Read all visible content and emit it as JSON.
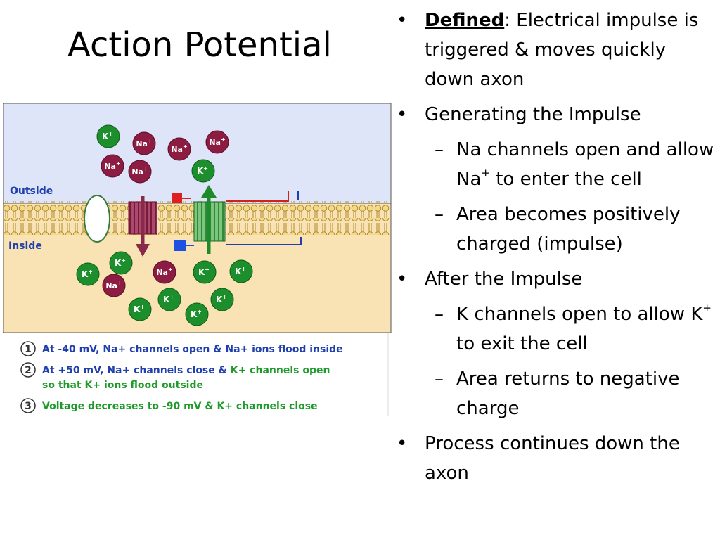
{
  "slide": {
    "title": "Action Potential",
    "bullets": {
      "b1_term": "Defined",
      "b1_rest": ": Electrical impulse is triggered & moves quickly down axon",
      "b2": "Generating the Impulse",
      "b2_sub1_pre": "Na channels open and allow Na",
      "b2_sub1_sup": "+",
      "b2_sub1_post": " to enter the cell",
      "b2_sub2": "Area becomes positively charged (impulse)",
      "b3": "After the Impulse",
      "b3_sub1_pre": "K channels open to allow K",
      "b3_sub1_sup": "+",
      "b3_sub1_post": " to exit the cell",
      "b3_sub2": "Area returns to negative charge",
      "b4": "Process continues down the axon"
    },
    "dash": "–"
  },
  "diagram": {
    "label_outside": "Outside",
    "label_inside": "Inside",
    "ion_na": "Na",
    "ion_k": "K",
    "ion_charge": "+",
    "colors": {
      "outside_bg": "#dfe5f8",
      "inside_bg": "#f9e3b5",
      "membrane": "#e8c870",
      "label_blue": "#1f3fae",
      "na_fill": "#8c1c42",
      "k_fill": "#1c8f2c",
      "caption_blue": "#1f3fae",
      "caption_green": "#1e9a2b"
    },
    "captions": {
      "n1": "1",
      "c1": "At -40 mV, Na+ channels open & Na+ ions flood inside",
      "n2": "2",
      "c2_blue": "At +50 mV, Na+ channels close & ",
      "c2_green": "K+ channels open",
      "c2_line2": "so that K+ ions flood outside",
      "n3": "3",
      "c3": "Voltage decreases to -90 mV & K+ channels close"
    }
  }
}
